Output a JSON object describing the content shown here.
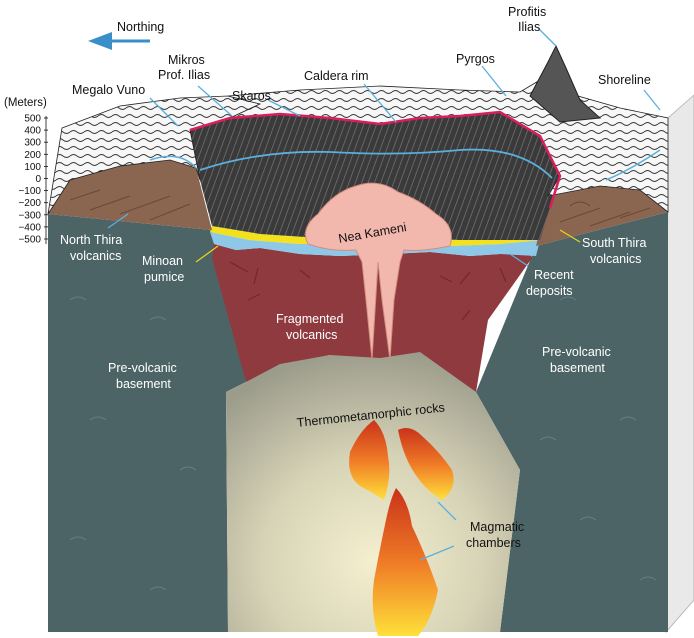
{
  "diagram": {
    "direction_label": "Northing",
    "axis": {
      "title": "(Meters)",
      "ticks": [
        "500",
        "400",
        "300",
        "200",
        "100",
        "0",
        "−100",
        "−200",
        "−300",
        "−400",
        "−500"
      ]
    },
    "labels": {
      "megalo_vuno": "Megalo Vuno",
      "mikros_line1": "Mikros",
      "mikros_line2": "Prof. Ilias",
      "skaros": "Skaros",
      "caldera_rim": "Caldera rim",
      "pyrgos": "Pyrgos",
      "profitis_line1": "Profitis",
      "profitis_line2": "Ilias",
      "shoreline": "Shoreline",
      "north_thira_line1": "North Thira",
      "north_thira_line2": "volcanics",
      "minoan_line1": "Minoan",
      "minoan_line2": "pumice",
      "nea_kameni": "Nea Kameni",
      "south_thira_line1": "South Thira",
      "south_thira_line2": "volcanics",
      "recent_line1": "Recent",
      "recent_line2": "deposits",
      "fragmented_line1": "Fragmented",
      "fragmented_line2": "volcanics",
      "prevolc_left_line1": "Pre-volcanic",
      "prevolc_left_line2": "basement",
      "prevolc_right_line1": "Pre-volcanic",
      "prevolc_right_line2": "basement",
      "thermo": "Thermometamorphic rocks",
      "magmatic_line1": "Magmatic",
      "magmatic_line2": "chambers"
    },
    "colors": {
      "arrow": "#3a8fc8",
      "rim": "#d81e5b",
      "basement": "#4d6466",
      "fragmented": "#8e3a3f",
      "pumice": "#f2e11c",
      "recent": "#8ec8e8",
      "nea_kameni": "#f3b8ad",
      "terrain_brown": "#8a6550",
      "magma_outer": "#d8421a",
      "magma_inner": "#ffd23a",
      "leader_yellow": "#e6d21c",
      "leader_blue": "#5ab0dc"
    }
  }
}
